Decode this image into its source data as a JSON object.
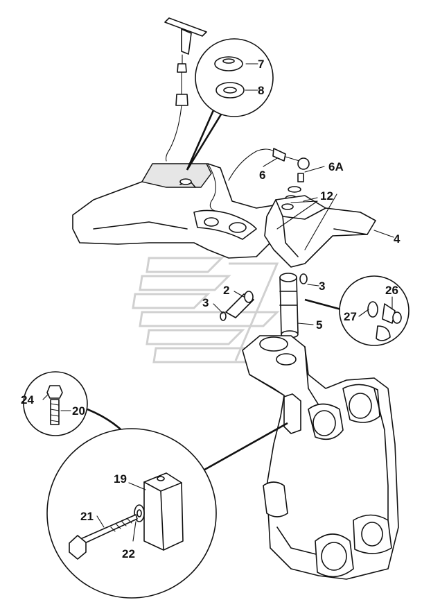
{
  "callouts": [
    {
      "id": "c7",
      "text": "7"
    },
    {
      "id": "c8",
      "text": "8"
    },
    {
      "id": "c6",
      "text": "6"
    },
    {
      "id": "c6a",
      "text": "6A"
    },
    {
      "id": "c12",
      "text": "12"
    },
    {
      "id": "c4",
      "text": "4"
    },
    {
      "id": "c2",
      "text": "2"
    },
    {
      "id": "c3a",
      "text": "3"
    },
    {
      "id": "c3b",
      "text": "3"
    },
    {
      "id": "c5",
      "text": "5"
    },
    {
      "id": "c26",
      "text": "26"
    },
    {
      "id": "c27",
      "text": "27"
    },
    {
      "id": "c24",
      "text": "24"
    },
    {
      "id": "c20",
      "text": "20"
    },
    {
      "id": "c19",
      "text": "19"
    },
    {
      "id": "c21",
      "text": "21"
    },
    {
      "id": "c22",
      "text": "22"
    }
  ]
}
